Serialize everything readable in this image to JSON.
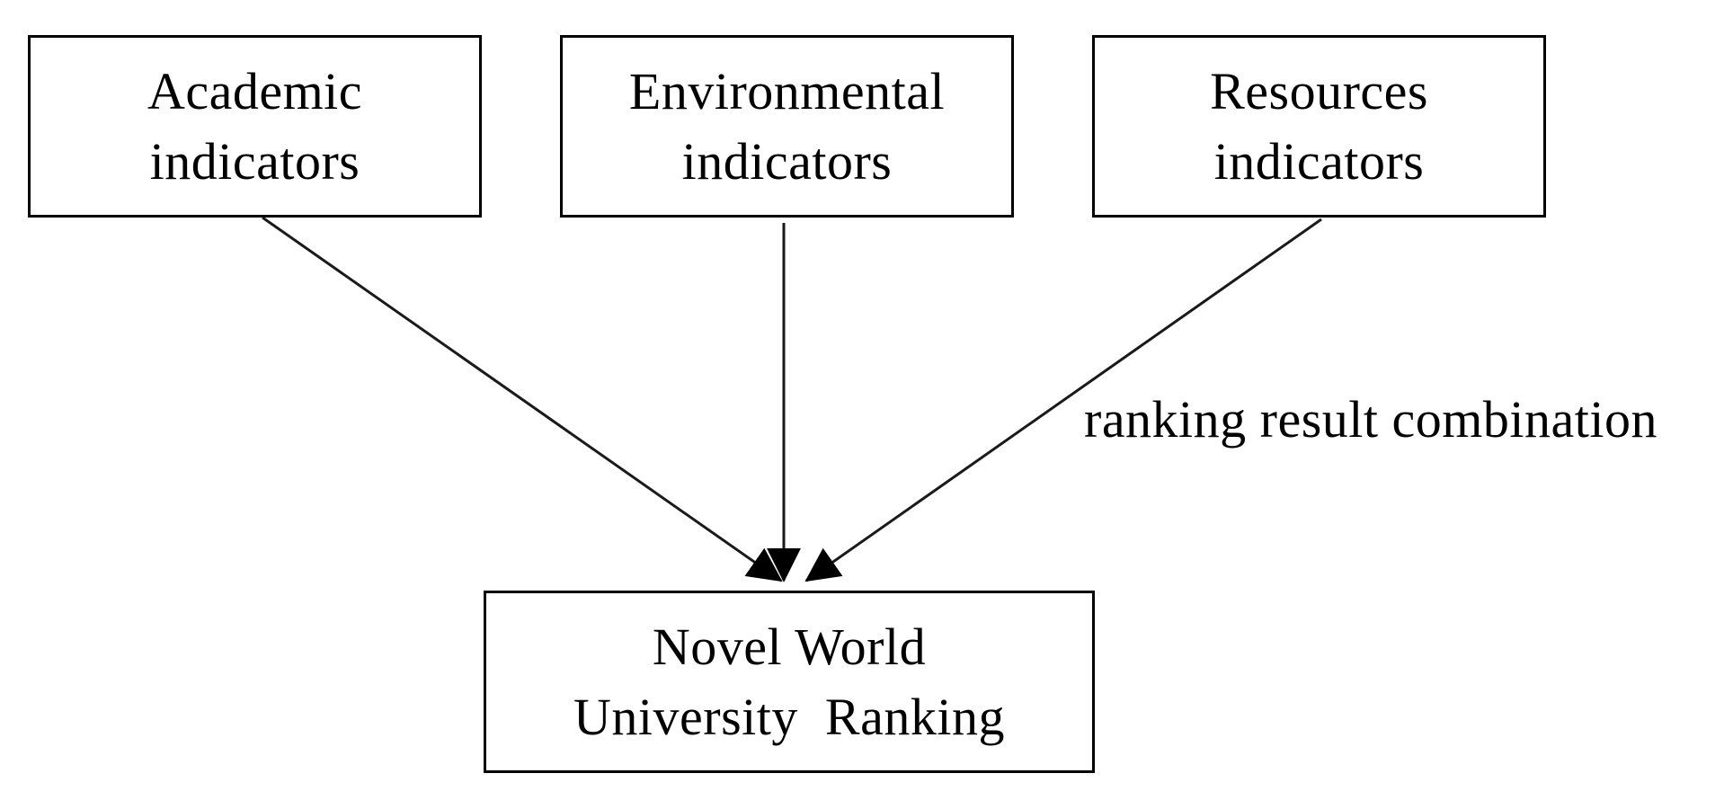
{
  "diagram": {
    "nodes": [
      {
        "id": "academic",
        "lines": [
          "Academic",
          "indicators"
        ]
      },
      {
        "id": "environmental",
        "lines": [
          "Environmental",
          "indicators"
        ]
      },
      {
        "id": "resources",
        "lines": [
          "Resources",
          "indicators"
        ]
      },
      {
        "id": "ranking",
        "lines": [
          "Novel World",
          "University  Ranking"
        ]
      }
    ],
    "edges": [
      {
        "from": "academic",
        "to": "ranking"
      },
      {
        "from": "environmental",
        "to": "ranking"
      },
      {
        "from": "resources",
        "to": "ranking",
        "label": "ranking result combination"
      }
    ],
    "line_color": "#1a1a1a",
    "border_color": "#000000"
  }
}
